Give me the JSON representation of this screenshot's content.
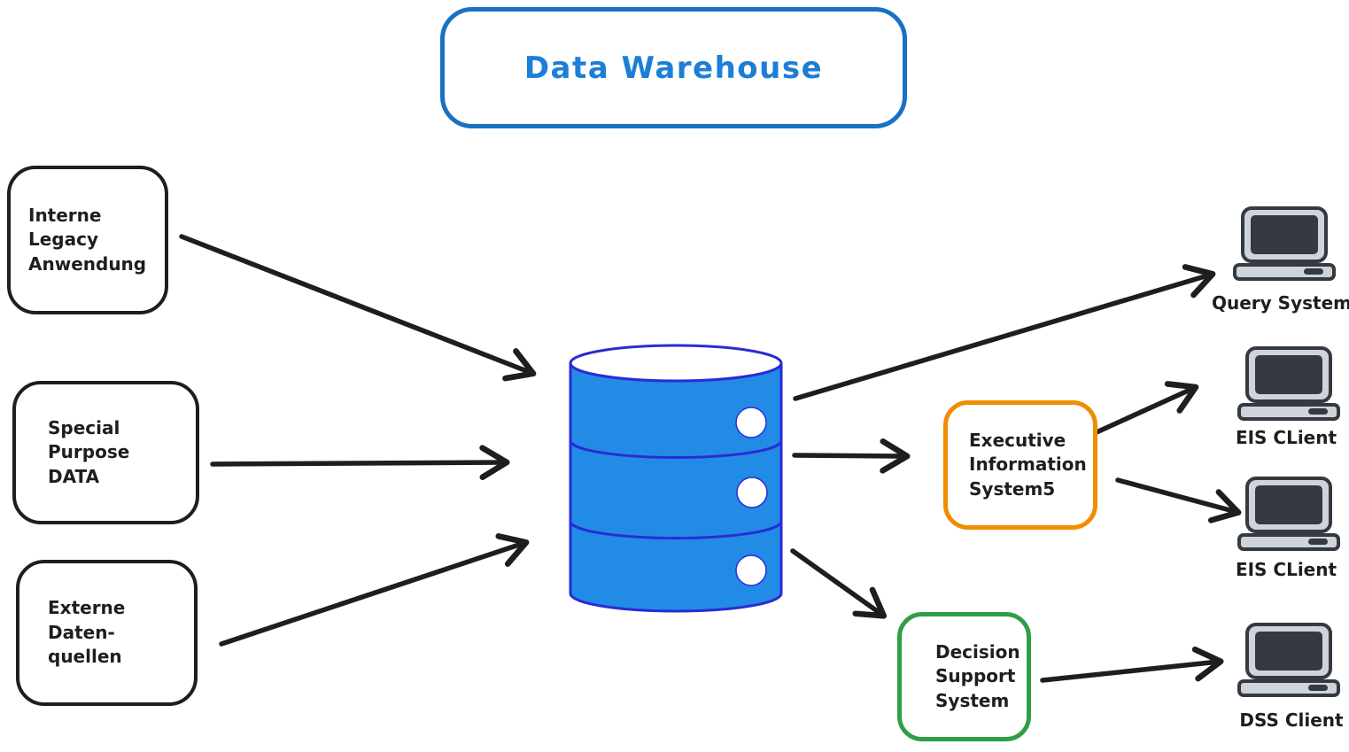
{
  "title": {
    "label": "Data Warehouse"
  },
  "sources": [
    {
      "label": "Interne Legacy\nAnwendung"
    },
    {
      "label": "Special Purpose\nDATA"
    },
    {
      "label": "Externe Daten-\nquellen"
    }
  ],
  "systems": [
    {
      "label": "Executive\nInformation\nSystem5",
      "border_color": "#f08c00"
    },
    {
      "label": "Decision\nSupport\nSystem",
      "border_color": "#2f9e44"
    }
  ],
  "clients": [
    {
      "label": "Query System"
    },
    {
      "label": "EIS CLient"
    },
    {
      "label": "EIS CLient"
    },
    {
      "label": "DSS Client"
    }
  ],
  "colors": {
    "title_text": "#1c7ed6",
    "title_border": "#1971c2",
    "warehouse_fill": "#228be6",
    "warehouse_stroke": "#2b2bd6",
    "node_stroke": "#1e1e1e",
    "eis_border": "#f08c00",
    "dss_border": "#2f9e44",
    "monitor_dark": "#343a40",
    "monitor_light": "#ced4da"
  }
}
